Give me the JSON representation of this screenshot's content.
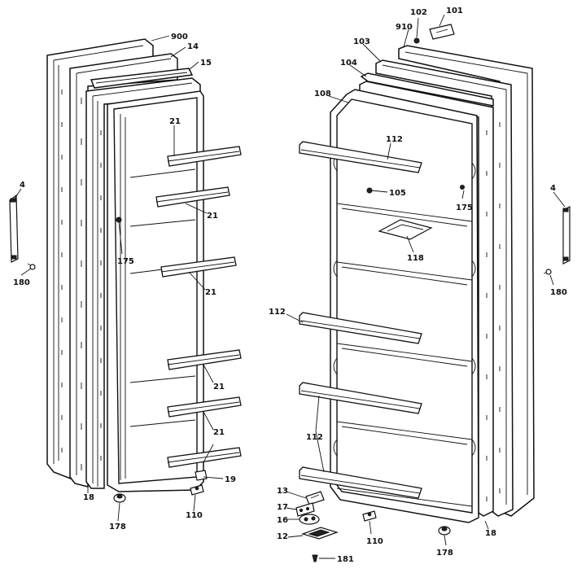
{
  "diagram": {
    "left_door": {
      "labels": {
        "outer_door": "900",
        "gasket": "14",
        "strip": "15",
        "shelf_top": "21",
        "shelf_2": "21",
        "shelf_3": "21",
        "shelf_4": "21",
        "shelf_5": "21",
        "screw": "175",
        "handle": "4",
        "handle_screw": "180",
        "bottom_ref": "18",
        "hinge_cap": "19",
        "bearing": "178",
        "cam": "110"
      }
    },
    "right_door": {
      "labels": {
        "outer_door": "910",
        "button": "102",
        "plate": "101",
        "gasket": "103",
        "strip": "104",
        "liner": "108",
        "shelf_top": "112",
        "knob": "105",
        "screw": "175",
        "butter": "118",
        "shelf_mid": "112",
        "shelf_low": "112",
        "handle": "4",
        "handle_screw": "180",
        "bottom_ref": "18",
        "bearing": "178",
        "cam": "110",
        "hinge_13": "13",
        "hinge_17": "17",
        "hinge_16": "16",
        "hinge_12": "12",
        "pin": "181"
      }
    }
  }
}
